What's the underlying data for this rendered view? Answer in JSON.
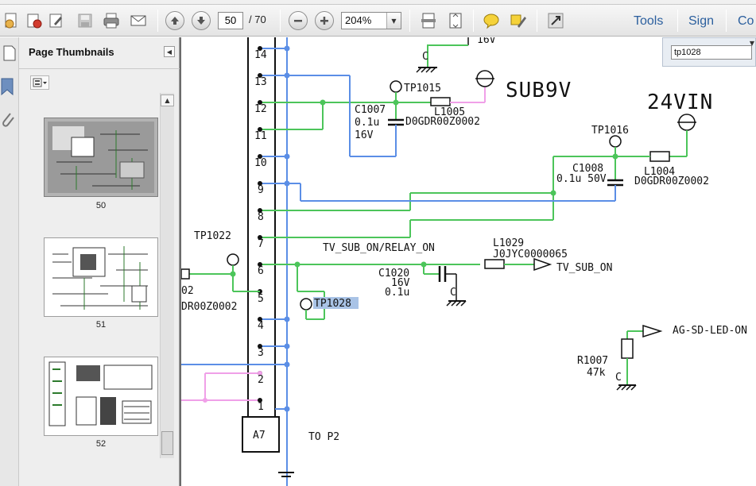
{
  "toolbar": {
    "current_page": "50",
    "total_pages": "/ 70",
    "zoom": "204%",
    "tools_label": "Tools",
    "sign_label": "Sign",
    "comment_label": "Co",
    "icons": [
      "create-pdf-icon",
      "open-icon",
      "edit-icon",
      "save-icon",
      "print-icon",
      "email-icon",
      "previous-page-icon",
      "next-page-icon",
      "zoom-out-icon",
      "zoom-in-icon",
      "fit-width-icon",
      "fit-page-icon",
      "comment-icon",
      "highlight-icon",
      "fullscreen-icon"
    ]
  },
  "sidebar": {
    "title": "Page Thumbnails",
    "thumbnails": [
      {
        "label": "50",
        "selected": true
      },
      {
        "label": "51",
        "selected": false
      },
      {
        "label": "52",
        "selected": false
      }
    ]
  },
  "find": {
    "value": "tp1028"
  },
  "schematic": {
    "connector": "A7",
    "connector_note": "TO P2",
    "pins": [
      "14",
      "13",
      "12",
      "11",
      "10",
      "9",
      "8",
      "7",
      "6",
      "5",
      "4",
      "3",
      "2",
      "1"
    ],
    "labels": {
      "v16_top": "16V",
      "c_top": "C",
      "tp1015": "TP1015",
      "sub9v": "SUB9V",
      "c1007": "C1007",
      "c1007_val": "0.1u",
      "c1007_v": "16V",
      "l1005": "L1005",
      "l1005_part": "D0GDR00Z0002",
      "v24in": "24VIN",
      "tp1016": "TP1016",
      "c1008": "C1008",
      "c1008_val": "0.1u 50V",
      "l1004": "L1004",
      "l1004_part": "D0GDR00Z0002",
      "tp1022": "TP1022",
      "part_02": "02",
      "part_dr": "DR00Z0002",
      "tv_sub_relay": "TV_SUB_ON/RELAY_ON",
      "l1029": "L1029",
      "l1029_part": "J0JYC0000065",
      "tv_sub_on": "TV_SUB_ON",
      "c1020": "C1020",
      "c1020_v": "16V",
      "c1020_val": "0.1u",
      "c_mid": "C",
      "tp1028": "TP1028",
      "ag_sd": "AG-SD-LED-ON",
      "r1007": "R1007",
      "r1007_val": "47k",
      "c_low": "C"
    }
  },
  "colors": {
    "wire_green": "#4cc55a",
    "wire_blue": "#5b8ee6",
    "wire_pink": "#f0a0e8",
    "highlight": "#a9c3e6",
    "link": "#2b5f9e"
  }
}
